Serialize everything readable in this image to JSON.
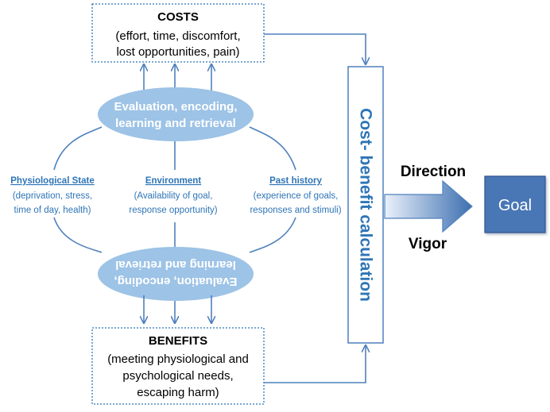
{
  "costs": {
    "title": "COSTS",
    "lines": [
      "(effort, time, discomfort,",
      "lost opportunities, pain)"
    ]
  },
  "benefits": {
    "title": "BENEFITS",
    "lines": [
      "(meeting physiological and",
      "psychological needs,",
      "escaping harm)"
    ]
  },
  "evaluation_top": {
    "lines": [
      "Evaluation, encoding,",
      "learning and retrieval"
    ]
  },
  "evaluation_bottom": {
    "lines": [
      "Evaluation, encoding,",
      "learning and retrieval"
    ]
  },
  "factors": [
    {
      "title": "Physiological State",
      "lines": [
        "(deprivation, stress,",
        "time of day, health)"
      ]
    },
    {
      "title": "Environment",
      "lines": [
        "(Availability of goal,",
        "response opportunity)"
      ]
    },
    {
      "title": "Past history",
      "lines": [
        "(experience of  goals,",
        "responses and stimuli)"
      ]
    }
  ],
  "calculation": {
    "label": "Cost- benefit calculation"
  },
  "direction_label": "Direction",
  "vigor_label": "Vigor",
  "goal_label": "Goal",
  "colors": {
    "accent": "#2e75b6",
    "line": "#4f81bd",
    "ellipse": "#9dc3e6",
    "goal_fill": "#4a76b5",
    "goal_border": "#2f528f"
  }
}
